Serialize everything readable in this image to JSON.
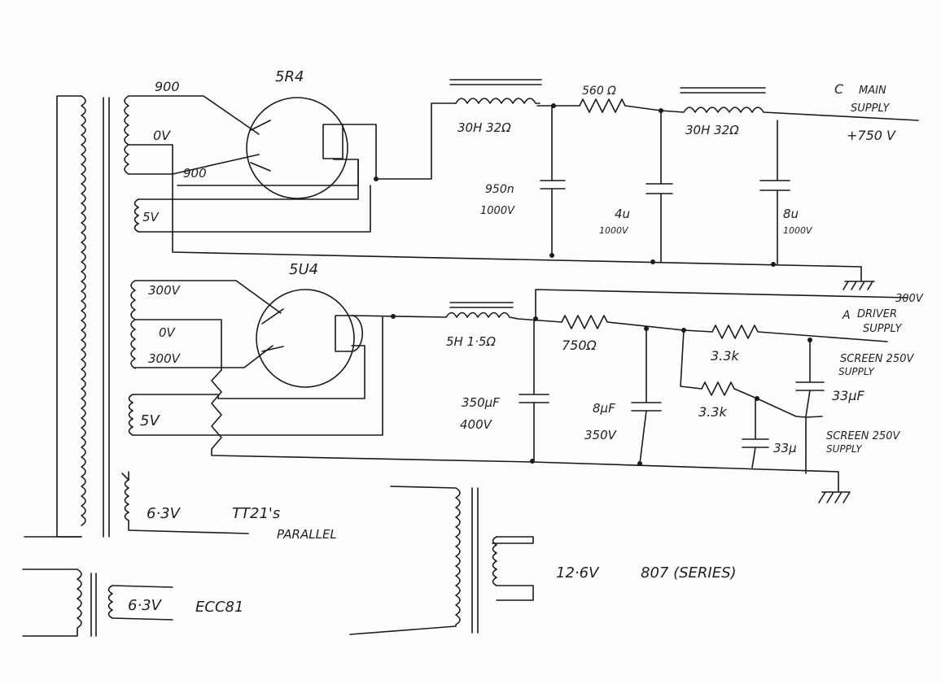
{
  "colors": {
    "ink": "#1a1a1a",
    "paper": "#fdfdfd"
  },
  "hv_supply": {
    "rectifier": "5R4",
    "winding_top": "900",
    "winding_ct": "0V",
    "winding_bottom": "900",
    "heater": "5V",
    "choke1": "30H 32Ω",
    "resistor": "560 Ω",
    "choke2": "30H 32Ω",
    "cap1_value": "950n",
    "cap1_voltage": "1000V",
    "cap2_value": "4u",
    "cap2_voltage": "1000V",
    "cap3_value": "8u",
    "cap3_voltage": "1000V",
    "output_letter": "C",
    "output_name_1": "MAIN",
    "output_name_2": "SUPPLY",
    "output_voltage": "+750 V"
  },
  "lv_supply": {
    "rectifier": "5U4",
    "winding_top": "300V",
    "winding_ct": "0V",
    "winding_bottom": "300V",
    "heater": "5V",
    "choke": "5H 1·5Ω",
    "resistor1": "750Ω",
    "resistor2": "3.3k",
    "resistor3": "3.3k",
    "cap1_value": "350µF",
    "cap1_voltage": "400V",
    "cap2_value": "8µF",
    "cap2_voltage": "350V",
    "cap3_value": "33µF",
    "cap4_value": "33µ",
    "driver_voltage": "300V",
    "driver_letter": "A",
    "driver_name_1": "DRIVER",
    "driver_name_2": "SUPPLY",
    "screen1_name": "SCREEN 250V",
    "screen1_sub": "SUPPLY",
    "screen2_name": "SCREEN 250V",
    "screen2_sub": "SUPPLY"
  },
  "heaters": {
    "h1_voltage": "6·3V",
    "h1_tubes": "TT21's",
    "h1_mode": "PARALLEL",
    "h2_voltage": "6·3V",
    "h2_tubes": "ECC81",
    "h3_voltage": "12·6V",
    "h3_tubes": "807 (SERIES)"
  }
}
